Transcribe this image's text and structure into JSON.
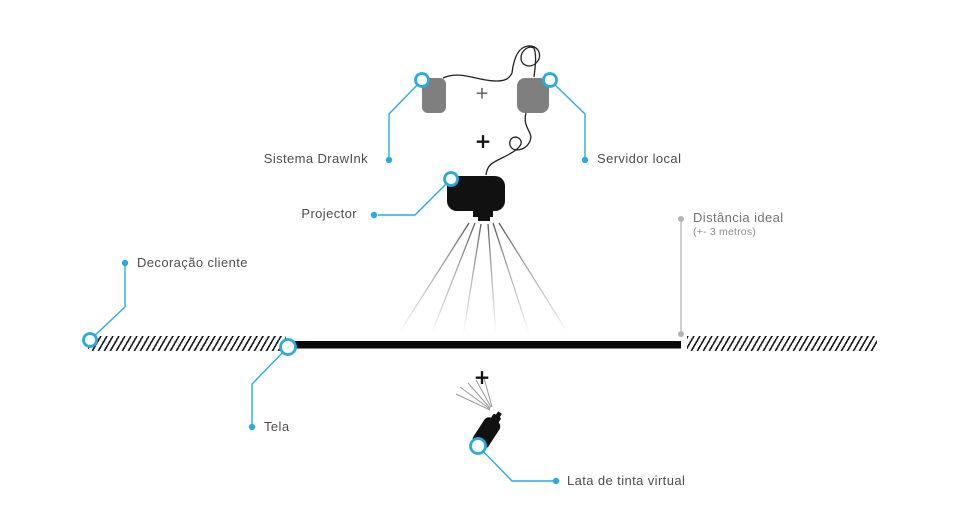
{
  "diagram": {
    "labels": {
      "sistema": "Sistema DrawInk",
      "servidor": "Servidor local",
      "projector": "Projector",
      "decoracao": "Decoração cliente",
      "tela": "Tela",
      "lata": "Lata de tinta virtual",
      "distancia": "Distância ideal",
      "distancia_sub": "(+- 3 metros)"
    },
    "icons": {
      "plus": "+"
    },
    "colors": {
      "accent": "#29abe2",
      "device_gray": "#7f7f7f",
      "ink_black": "#111111",
      "measure_gray": "#b3b3b3",
      "text_gray": "#4d4d4d"
    }
  }
}
